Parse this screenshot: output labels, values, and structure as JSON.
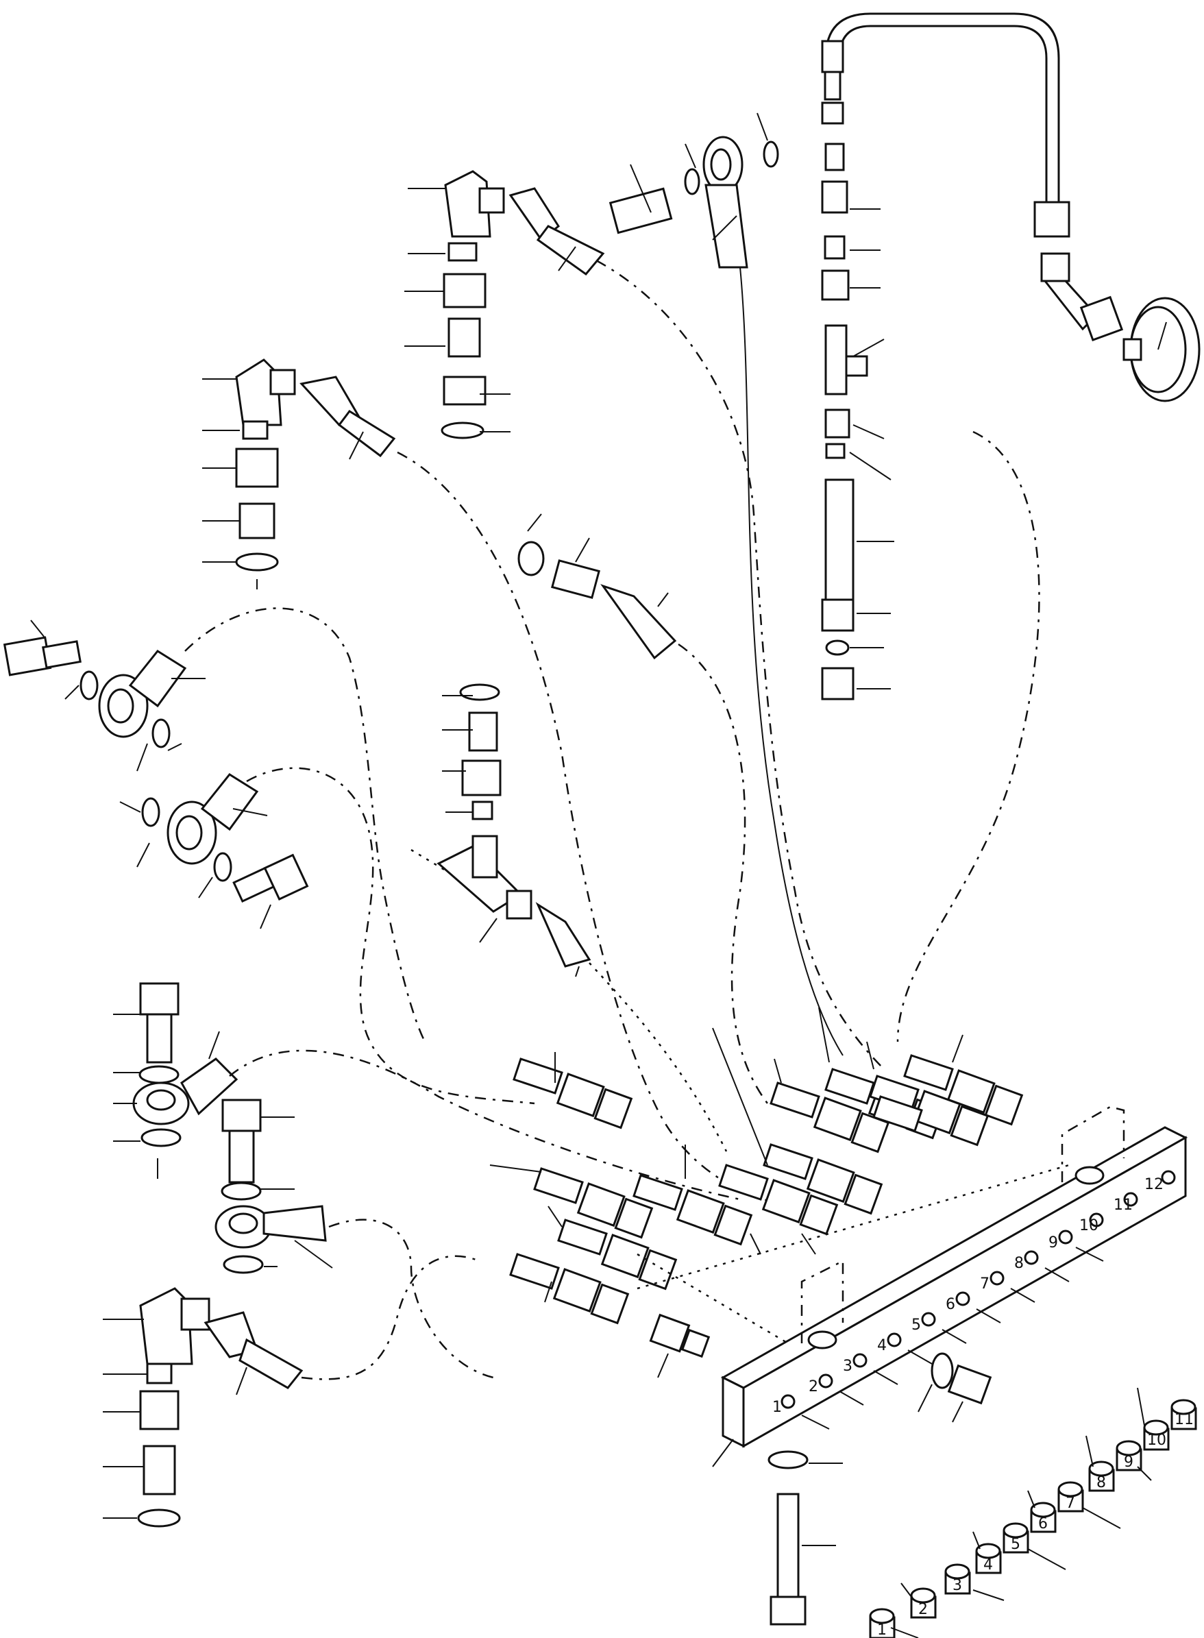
{
  "diagram": {
    "manifold_port_labels": [
      "1",
      "2",
      "3",
      "4",
      "5",
      "6",
      "7",
      "8",
      "9",
      "10",
      "11",
      "12"
    ],
    "cap_labels": [
      "1",
      "2",
      "3",
      "4",
      "5",
      "6",
      "7",
      "8",
      "9",
      "10",
      "11"
    ]
  }
}
